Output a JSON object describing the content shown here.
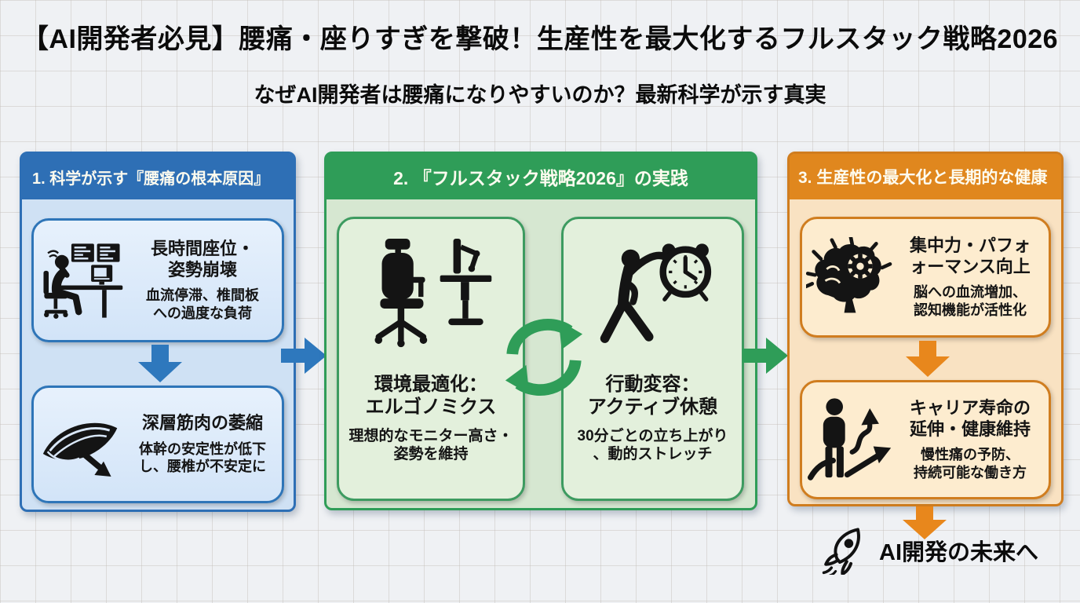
{
  "title": "【AI開発者必見】腰痛・座りすぎを撃破！生産性を最大化するフルスタック戦略2026",
  "subtitle": "なぜAI開発者は腰痛になりやすいのか？最新科学が示す真実",
  "palette": {
    "blue": "#2e6fb5",
    "blue_body": "#cfe1f4",
    "blue_card": "#ddeafa",
    "green": "#2f9d58",
    "green_body": "#d6e7d1",
    "green_card": "#e3f0dc",
    "orange": "#e0871e",
    "orange_border": "#d07d1f",
    "orange_body": "#f9e2c2",
    "orange_card": "#fdeccf",
    "background": "#eff1f4",
    "ink": "#141414"
  },
  "columns": [
    {
      "header": "1. 科学が示す『腰痛の根本原因』",
      "boxes": [
        {
          "icon": "developer-desk-icon",
          "heading": "長時間座位・\n姿勢崩壊",
          "desc": "血流停滞、椎間板\nへの過度な負荷"
        },
        {
          "icon": "muscle-atrophy-icon",
          "heading": "深層筋肉の萎縮",
          "desc": "体幹の安定性が低下\nし、腰椎が不安定に"
        }
      ]
    },
    {
      "header": "2. 『フルスタック戦略2026』の実践",
      "cycle_icon": "cycle-arrows-icon",
      "boxes": [
        {
          "icon": "ergonomic-desk-icon",
          "heading": "環境最適化：\nエルゴノミクス",
          "desc": "理想的なモニター高さ・\n姿勢を維持"
        },
        {
          "icon": "stretching-clock-icon",
          "heading": "行動変容：\nアクティブ休憩",
          "desc": "30分ごとの立ち上がり\n、動的ストレッチ"
        }
      ]
    },
    {
      "header": "3. 生産性の最大化と長期的な健康",
      "boxes": [
        {
          "icon": "brain-gear-icon",
          "heading": "集中力・パフォ\nォーマンス向上",
          "desc": "脳への血流増加、\n認知機能が活性化"
        },
        {
          "icon": "career-growth-icon",
          "heading": "キャリア寿命の\n延伸・健康維持",
          "desc": "慢性痛の予防、\n持続可能な働き方"
        }
      ]
    }
  ],
  "footer": {
    "icon": "rocket-icon",
    "label": "AI開発の未来へ"
  }
}
